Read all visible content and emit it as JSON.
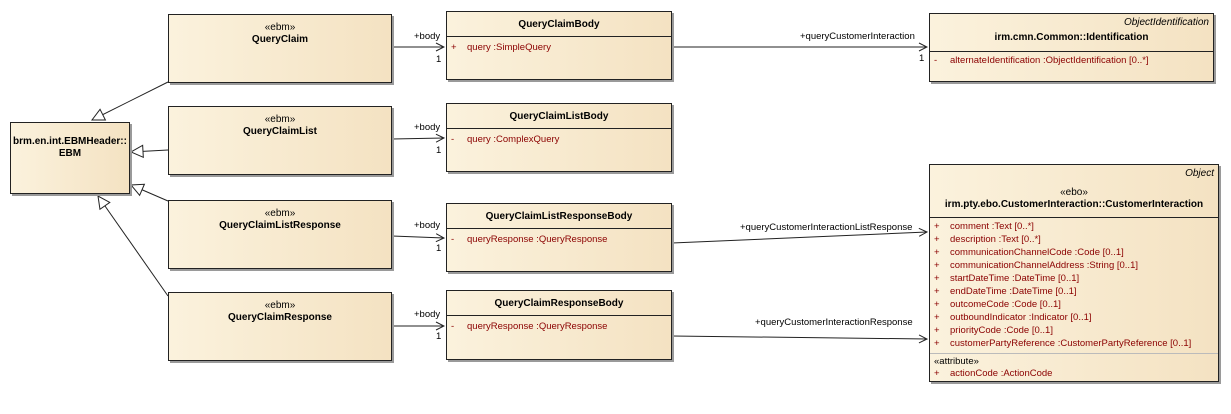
{
  "stereotypes": {
    "ebm": "«ebm»",
    "ebo": "«ebo»"
  },
  "base": {
    "name_line1": "brm.en.int.EBMHeader::",
    "name_line2": "EBM"
  },
  "messages": [
    {
      "name": "QueryClaim"
    },
    {
      "name": "QueryClaimList"
    },
    {
      "name": "QueryClaimListResponse"
    },
    {
      "name": "QueryClaimResponse"
    }
  ],
  "bodies": [
    {
      "name": "QueryClaimBody",
      "attr_vis": "+",
      "attr": "query  :SimpleQuery"
    },
    {
      "name": "QueryClaimListBody",
      "attr_vis": "-",
      "attr": "query  :ComplexQuery"
    },
    {
      "name": "QueryClaimListResponseBody",
      "attr_vis": "-",
      "attr": "queryResponse  :QueryResponse"
    },
    {
      "name": "QueryClaimResponseBody",
      "attr_vis": "-",
      "attr": "queryResponse  :QueryResponse"
    }
  ],
  "edge_labels": {
    "body": "+body",
    "one": "1"
  },
  "identification": {
    "tag": "ObjectIdentification",
    "name": "irm.cmn.Common::Identification",
    "attr_vis": "-",
    "attr": "alternateIdentification  :ObjectIdentification [0..*]"
  },
  "customer_interaction": {
    "tag": "Object",
    "name": "irm.pty.ebo.CustomerInteraction::CustomerInteraction",
    "attributes": [
      {
        "vis": "+",
        "text": "comment  :Text [0..*]"
      },
      {
        "vis": "+",
        "text": "description  :Text [0..*]"
      },
      {
        "vis": "+",
        "text": "communicationChannelCode  :Code [0..1]"
      },
      {
        "vis": "+",
        "text": "communicationChannelAddress  :String [0..1]"
      },
      {
        "vis": "+",
        "text": "startDateTime  :DateTime [0..1]"
      },
      {
        "vis": "+",
        "text": "endDateTime  :DateTime [0..1]"
      },
      {
        "vis": "+",
        "text": "outcomeCode  :Code [0..1]"
      },
      {
        "vis": "+",
        "text": "outboundIndicator  :Indicator [0..1]"
      },
      {
        "vis": "+",
        "text": "priorityCode  :Code [0..1]"
      },
      {
        "vis": "+",
        "text": "customerPartyReference  :CustomerPartyReference [0..1]"
      }
    ],
    "section_label": "«attribute»",
    "section_attr": {
      "vis": "+",
      "text": "actionCode  :ActionCode"
    }
  },
  "association_labels": [
    "+queryCustomerInteraction",
    "+queryCustomerInteractionListResponse",
    "+queryCustomerInteractionResponse"
  ]
}
